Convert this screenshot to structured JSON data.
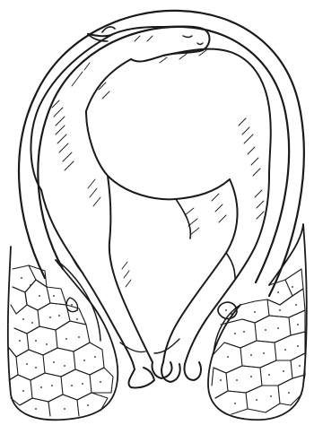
{
  "illustration": {
    "description_tag": "line-drawing",
    "colors": {
      "ink": "#1a1a1a",
      "paper": "#ffffff"
    },
    "parts": [
      "uterus-outline",
      "foal",
      "cotyledon-left",
      "cotyledon-right"
    ]
  }
}
